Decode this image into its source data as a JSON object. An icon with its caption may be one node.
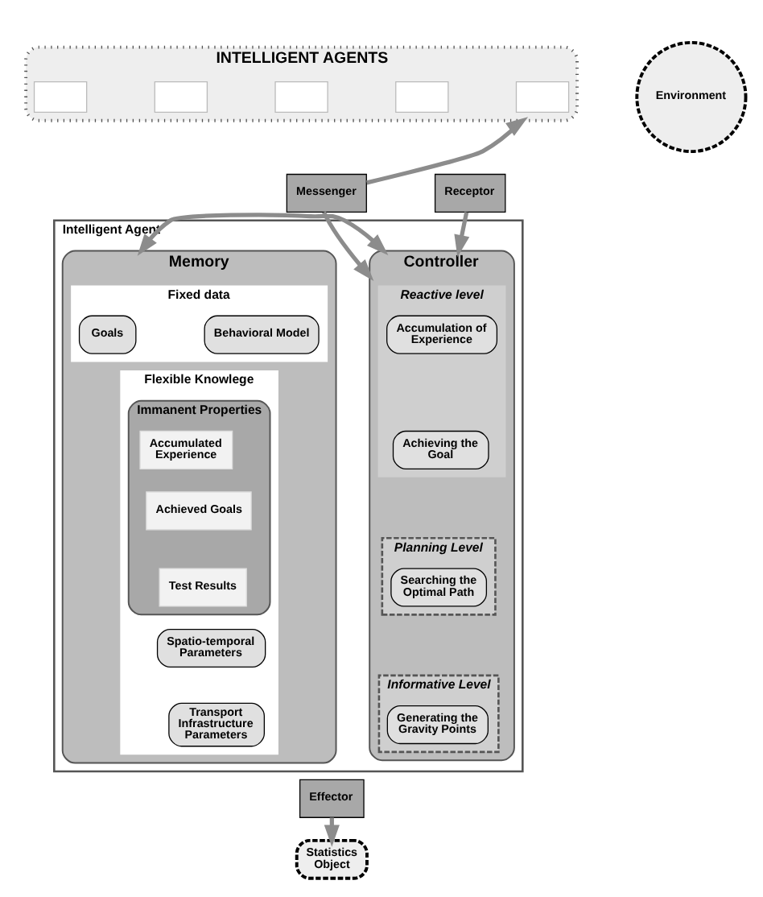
{
  "diagram": {
    "nodes": [
      {
        "text": [
          "INTELLIGENT AGENTS"
        ]
      },
      {
        "text": [],
        "shape": "box",
        "in": 0
      },
      {
        "text": [],
        "shape": "box",
        "in": 0
      },
      {
        "text": [],
        "shape": "box",
        "in": 0
      },
      {
        "text": [],
        "shape": "box",
        "in": 0
      },
      {
        "text": [],
        "shape": "box",
        "in": 0
      },
      {
        "text": [
          "Environment"
        ]
      },
      {
        "text": [
          "Messenger"
        ]
      },
      {
        "text": [
          "Receptor"
        ]
      },
      {
        "text": [
          "Intelligent Agent"
        ]
      },
      {
        "text": [
          "Memory"
        ],
        "in": 9
      },
      {
        "text": [
          "Fixed data"
        ],
        "in": 10
      },
      {
        "text": [
          "Goals"
        ],
        "in": 11
      },
      {
        "text": [
          "Behavioral Model"
        ],
        "in": 11
      },
      {
        "text": [
          "Flexible Knowlege"
        ],
        "in": 10
      },
      {
        "text": [
          "Immanent Properties"
        ],
        "in": 14
      },
      {
        "text": [
          "Accumulated Experience"
        ],
        "in": 15
      },
      {
        "text": [
          "Achieved Goals"
        ],
        "in": 15
      },
      {
        "text": [
          "Test Results"
        ],
        "in": 15
      },
      {
        "text": [
          "Spatio-temporal Parameters"
        ],
        "in": 14
      },
      {
        "text": [
          "Transport Infrastructure Parameters"
        ],
        "in": 14
      },
      {
        "text": [
          "Controller"
        ],
        "in": 9
      },
      {
        "text": [
          "Reactive level"
        ],
        "in": 21
      },
      {
        "text": [
          "Accumulation of Experience"
        ],
        "in": 22
      },
      {
        "text": [
          "Achieving the Goal"
        ],
        "in": 22
      },
      {
        "text": [
          "Planning Level"
        ],
        "in": 21
      },
      {
        "text": [
          "Searching the Optimal Path"
        ],
        "in": 25
      },
      {
        "text": [
          "Informative Level"
        ],
        "in": 21
      },
      {
        "text": [
          "Generating the Gravity Points"
        ],
        "in": 27
      },
      {
        "text": [
          "Effector"
        ]
      },
      {
        "text": [
          "Statistics Object"
        ]
      }
    ],
    "edges": [
      {
        "from": 7,
        "to": 0,
        "arrow": "to"
      },
      {
        "from": 7,
        "to": 21,
        "arrow": "to"
      },
      {
        "from": 8,
        "to": 21,
        "arrow": "to"
      },
      {
        "from": 10,
        "to": 21,
        "arrow": "both"
      },
      {
        "from": 29,
        "to": 30,
        "arrow": "to"
      }
    ]
  }
}
